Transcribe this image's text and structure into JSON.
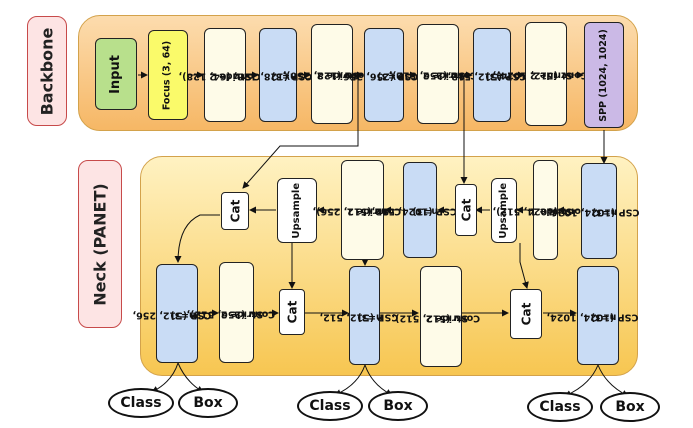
{
  "labels": {
    "backbone": "Backbone",
    "neck": "Neck (PANET)"
  },
  "backbone": {
    "input": "Input",
    "focus": "Focus (3, 64)",
    "conv1": [
      "Conv (64, 128),",
      "Stride 2"
    ],
    "csp1": [
      "CSP (128, 128,",
      "n=3)"
    ],
    "conv2": [
      "Conv (128, 256),",
      "Stride 2"
    ],
    "csp2": [
      "CSP (256, 256,",
      "n=3)"
    ],
    "conv3": [
      "Conv (256, 512),",
      "Stride 2"
    ],
    "csp3": [
      "CSP (512, 512,",
      "n=3)"
    ],
    "conv4": [
      "Conv (512, 1024),",
      "Stride 2"
    ],
    "spp": "SPP (1024, 1024)"
  },
  "neck": {
    "cat": "Cat",
    "upsample": "Upsample",
    "top_conv_512_256": [
      "Conv (512, 256),",
      "Stride 1"
    ],
    "top_csp_1024_512": [
      "CSP (1024, 512,",
      "n=3)"
    ],
    "top_conv_1024_512": [
      "Conv (1024, 512),",
      "Stride 1"
    ],
    "top_csp_1024_1024": [
      "CSP (1024, 1024,",
      "n=3)"
    ],
    "bot_csp_512_256": [
      "CSP (512, 256,",
      "n=3)"
    ],
    "bot_conv_256_512": [
      "Conv (256, 512),",
      "Stride 2"
    ],
    "bot_csp_512_512": [
      "CSP (512, 512,",
      "n=3)"
    ],
    "bot_conv_512_512": [
      "Conv (512, 512),",
      "Stride 2"
    ],
    "bot_csp_1024_1024": [
      "CSP (1024, 1024,",
      "n=3)"
    ]
  },
  "heads": {
    "class": "Class",
    "box": "Box"
  }
}
